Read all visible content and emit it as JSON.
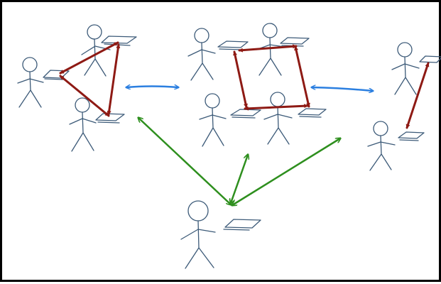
{
  "diagram": {
    "colors": {
      "border": "#000000",
      "figure_ink": "#3c5a78",
      "intra_group_arrows": "#8e1a14",
      "inter_group_arrows": "#2b7fe0",
      "teacher_arrows": "#2e8f1e"
    },
    "icons": [
      "stick-figure-icon",
      "tablet-icon",
      "double-arrow-icon"
    ],
    "groups": [
      {
        "name": "left-group",
        "people": 3,
        "tablets": 3
      },
      {
        "name": "middle-group",
        "people": 4,
        "tablets": 4
      },
      {
        "name": "right-group",
        "people": 2,
        "tablets": 2
      }
    ],
    "teacher": {
      "people": 1,
      "tablets": 1
    }
  }
}
